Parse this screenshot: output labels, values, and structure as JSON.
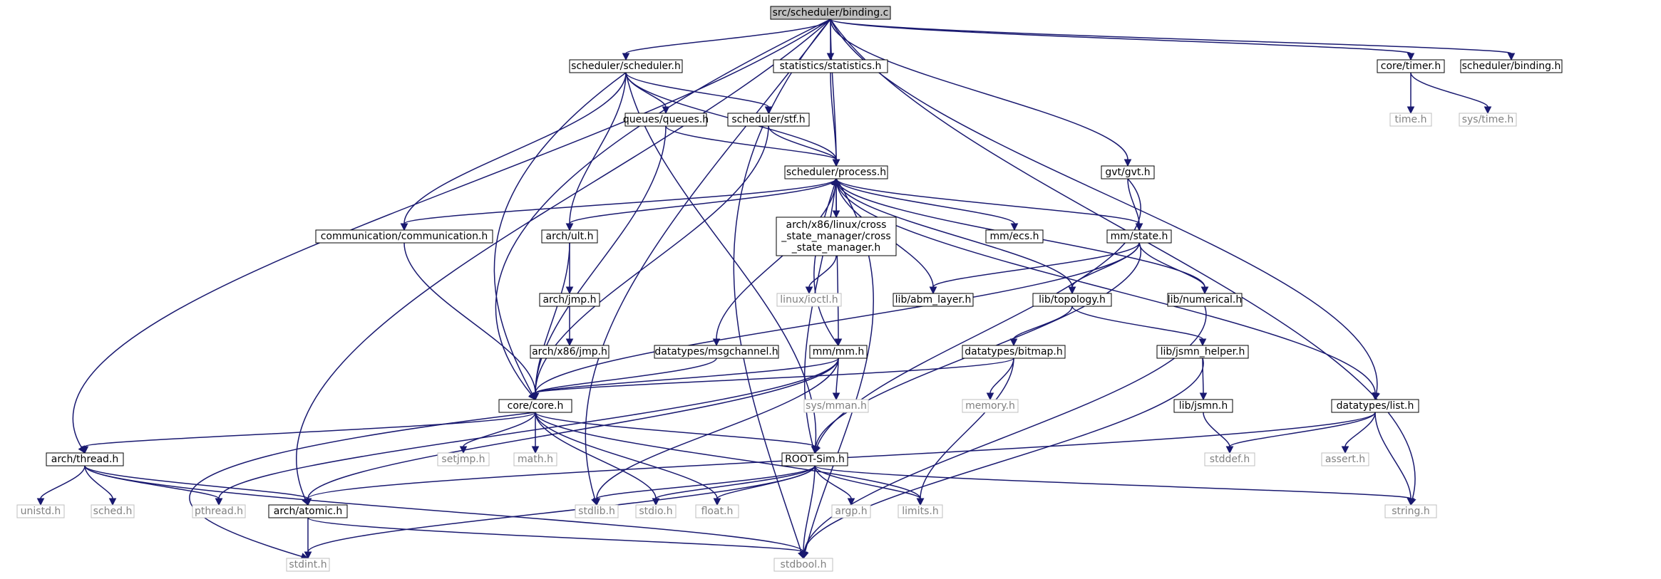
{
  "diagram": {
    "title": "",
    "colors": {
      "edge": "#191970",
      "root_fill": "#bfbfbf",
      "node_fill": "#ffffff",
      "node_border": "#000000",
      "external_border": "#bfbfbf",
      "external_text": "#808080",
      "text": "#000000"
    },
    "nodes": [
      {
        "id": "binding_c",
        "label": "src/scheduler/binding.c",
        "kind": "root"
      },
      {
        "id": "scheduler_h",
        "label": "scheduler/scheduler.h",
        "kind": "internal"
      },
      {
        "id": "statistics_h",
        "label": "statistics/statistics.h",
        "kind": "internal"
      },
      {
        "id": "timer_h",
        "label": "core/timer.h",
        "kind": "internal"
      },
      {
        "id": "binding_h",
        "label": "scheduler/binding.h",
        "kind": "internal"
      },
      {
        "id": "time_h",
        "label": "time.h",
        "kind": "external"
      },
      {
        "id": "systime_h",
        "label": "sys/time.h",
        "kind": "external"
      },
      {
        "id": "queues_h",
        "label": "queues/queues.h",
        "kind": "internal"
      },
      {
        "id": "stf_h",
        "label": "scheduler/stf.h",
        "kind": "internal"
      },
      {
        "id": "process_h",
        "label": "scheduler/process.h",
        "kind": "internal"
      },
      {
        "id": "gvt_h",
        "label": "gvt/gvt.h",
        "kind": "internal"
      },
      {
        "id": "communication_h",
        "label": "communication/communication.h",
        "kind": "internal"
      },
      {
        "id": "ult_h",
        "label": "arch/ult.h",
        "kind": "internal"
      },
      {
        "id": "cross_h",
        "label": "arch/x86/linux/cross\n_state_manager/cross\n_state_manager.h",
        "kind": "internal"
      },
      {
        "id": "ecs_h",
        "label": "mm/ecs.h",
        "kind": "internal"
      },
      {
        "id": "state_h",
        "label": "mm/state.h",
        "kind": "internal"
      },
      {
        "id": "ioctl_h",
        "label": "linux/ioctl.h",
        "kind": "external"
      },
      {
        "id": "abm_h",
        "label": "lib/abm_layer.h",
        "kind": "internal"
      },
      {
        "id": "topology_h",
        "label": "lib/topology.h",
        "kind": "internal"
      },
      {
        "id": "numerical_h",
        "label": "lib/numerical.h",
        "kind": "internal"
      },
      {
        "id": "jmp_h",
        "label": "arch/jmp.h",
        "kind": "internal"
      },
      {
        "id": "x86jmp_h",
        "label": "arch/x86/jmp.h",
        "kind": "internal"
      },
      {
        "id": "msgchannel_h",
        "label": "datatypes/msgchannel.h",
        "kind": "internal"
      },
      {
        "id": "mm_h",
        "label": "mm/mm.h",
        "kind": "internal"
      },
      {
        "id": "bitmap_h",
        "label": "datatypes/bitmap.h",
        "kind": "internal"
      },
      {
        "id": "jsmn_helper_h",
        "label": "lib/jsmn_helper.h",
        "kind": "internal"
      },
      {
        "id": "core_h",
        "label": "core/core.h",
        "kind": "internal"
      },
      {
        "id": "sysmman_h",
        "label": "sys/mman.h",
        "kind": "external"
      },
      {
        "id": "memory_h",
        "label": "memory.h",
        "kind": "external"
      },
      {
        "id": "jsmn_h",
        "label": "lib/jsmn.h",
        "kind": "internal"
      },
      {
        "id": "list_h",
        "label": "datatypes/list.h",
        "kind": "internal"
      },
      {
        "id": "thread_h",
        "label": "arch/thread.h",
        "kind": "internal"
      },
      {
        "id": "setjmp_h",
        "label": "setjmp.h",
        "kind": "external"
      },
      {
        "id": "math_h",
        "label": "math.h",
        "kind": "external"
      },
      {
        "id": "rootsim_h",
        "label": "ROOT-Sim.h",
        "kind": "internal"
      },
      {
        "id": "stddef_h",
        "label": "stddef.h",
        "kind": "external"
      },
      {
        "id": "assert_h",
        "label": "assert.h",
        "kind": "external"
      },
      {
        "id": "unistd_h",
        "label": "unistd.h",
        "kind": "external"
      },
      {
        "id": "sched_h",
        "label": "sched.h",
        "kind": "external"
      },
      {
        "id": "pthread_h",
        "label": "pthread.h",
        "kind": "external"
      },
      {
        "id": "atomic_h",
        "label": "arch/atomic.h",
        "kind": "internal"
      },
      {
        "id": "stdlib_h",
        "label": "stdlib.h",
        "kind": "external"
      },
      {
        "id": "stdio_h",
        "label": "stdio.h",
        "kind": "external"
      },
      {
        "id": "float_h",
        "label": "float.h",
        "kind": "external"
      },
      {
        "id": "argp_h",
        "label": "argp.h",
        "kind": "external"
      },
      {
        "id": "limits_h",
        "label": "limits.h",
        "kind": "external"
      },
      {
        "id": "string_h",
        "label": "string.h",
        "kind": "external"
      },
      {
        "id": "stdint_h",
        "label": "stdint.h",
        "kind": "external"
      },
      {
        "id": "stdbool_h",
        "label": "stdbool.h",
        "kind": "external"
      }
    ],
    "edges": [
      [
        "binding_c",
        "scheduler_h"
      ],
      [
        "binding_c",
        "statistics_h"
      ],
      [
        "binding_c",
        "timer_h"
      ],
      [
        "binding_c",
        "binding_h"
      ],
      [
        "binding_c",
        "process_h"
      ],
      [
        "binding_c",
        "gvt_h"
      ],
      [
        "binding_c",
        "core_h"
      ],
      [
        "binding_c",
        "list_h"
      ],
      [
        "binding_c",
        "string_h"
      ],
      [
        "binding_c",
        "thread_h"
      ],
      [
        "binding_c",
        "atomic_h"
      ],
      [
        "binding_c",
        "stdbool_h"
      ],
      [
        "binding_c",
        "stdlib_h"
      ],
      [
        "timer_h",
        "time_h"
      ],
      [
        "timer_h",
        "systime_h"
      ],
      [
        "scheduler_h",
        "queues_h"
      ],
      [
        "scheduler_h",
        "stf_h"
      ],
      [
        "scheduler_h",
        "process_h"
      ],
      [
        "scheduler_h",
        "communication_h"
      ],
      [
        "scheduler_h",
        "ult_h"
      ],
      [
        "scheduler_h",
        "core_h"
      ],
      [
        "scheduler_h",
        "rootsim_h"
      ],
      [
        "statistics_h",
        "process_h"
      ],
      [
        "queues_h",
        "process_h"
      ],
      [
        "queues_h",
        "core_h"
      ],
      [
        "stf_h",
        "process_h"
      ],
      [
        "stf_h",
        "core_h"
      ],
      [
        "process_h",
        "communication_h"
      ],
      [
        "process_h",
        "ult_h"
      ],
      [
        "process_h",
        "cross_h"
      ],
      [
        "process_h",
        "ecs_h"
      ],
      [
        "process_h",
        "state_h"
      ],
      [
        "process_h",
        "abm_h"
      ],
      [
        "process_h",
        "topology_h"
      ],
      [
        "process_h",
        "numerical_h"
      ],
      [
        "process_h",
        "list_h"
      ],
      [
        "process_h",
        "msgchannel_h"
      ],
      [
        "process_h",
        "mm_h"
      ],
      [
        "process_h",
        "stdbool_h"
      ],
      [
        "gvt_h",
        "state_h"
      ],
      [
        "gvt_h",
        "rootsim_h"
      ],
      [
        "cross_h",
        "ioctl_h"
      ],
      [
        "communication_h",
        "core_h"
      ],
      [
        "ult_h",
        "jmp_h"
      ],
      [
        "ult_h",
        "core_h"
      ],
      [
        "jmp_h",
        "x86jmp_h"
      ],
      [
        "state_h",
        "abm_h"
      ],
      [
        "state_h",
        "topology_h"
      ],
      [
        "state_h",
        "numerical_h"
      ],
      [
        "state_h",
        "core_h"
      ],
      [
        "state_h",
        "rootsim_h"
      ],
      [
        "topology_h",
        "bitmap_h"
      ],
      [
        "topology_h",
        "jsmn_helper_h"
      ],
      [
        "numerical_h",
        "stdbool_h"
      ],
      [
        "msgchannel_h",
        "core_h"
      ],
      [
        "mm_h",
        "process_h"
      ],
      [
        "mm_h",
        "core_h"
      ],
      [
        "mm_h",
        "sysmman_h"
      ],
      [
        "mm_h",
        "stdlib_h"
      ],
      [
        "mm_h",
        "pthread_h"
      ],
      [
        "mm_h",
        "atomic_h"
      ],
      [
        "bitmap_h",
        "core_h"
      ],
      [
        "bitmap_h",
        "memory_h"
      ],
      [
        "bitmap_h",
        "limits_h"
      ],
      [
        "jsmn_helper_h",
        "jsmn_h"
      ],
      [
        "jsmn_helper_h",
        "stdbool_h"
      ],
      [
        "jsmn_h",
        "stddef_h"
      ],
      [
        "list_h",
        "stddef_h"
      ],
      [
        "list_h",
        "assert_h"
      ],
      [
        "list_h",
        "string_h"
      ],
      [
        "list_h",
        "atomic_h"
      ],
      [
        "core_h",
        "thread_h"
      ],
      [
        "core_h",
        "setjmp_h"
      ],
      [
        "core_h",
        "math_h"
      ],
      [
        "core_h",
        "rootsim_h"
      ],
      [
        "core_h",
        "stdio_h"
      ],
      [
        "core_h",
        "float_h"
      ],
      [
        "core_h",
        "limits_h"
      ],
      [
        "core_h",
        "stdint_h"
      ],
      [
        "thread_h",
        "unistd_h"
      ],
      [
        "thread_h",
        "sched_h"
      ],
      [
        "thread_h",
        "pthread_h"
      ],
      [
        "thread_h",
        "atomic_h"
      ],
      [
        "thread_h",
        "stdbool_h"
      ],
      [
        "rootsim_h",
        "process_h"
      ],
      [
        "rootsim_h",
        "stdlib_h"
      ],
      [
        "rootsim_h",
        "stdio_h"
      ],
      [
        "rootsim_h",
        "float_h"
      ],
      [
        "rootsim_h",
        "argp_h"
      ],
      [
        "rootsim_h",
        "limits_h"
      ],
      [
        "rootsim_h",
        "stdbool_h"
      ],
      [
        "rootsim_h",
        "stdint_h"
      ],
      [
        "rootsim_h",
        "string_h"
      ],
      [
        "atomic_h",
        "stdint_h"
      ],
      [
        "atomic_h",
        "stdbool_h"
      ]
    ]
  }
}
